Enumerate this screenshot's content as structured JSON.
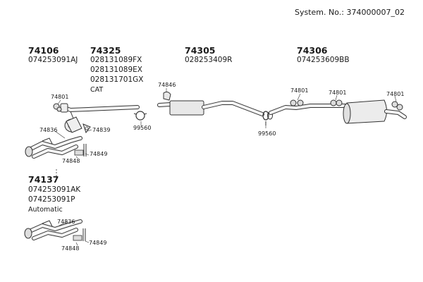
{
  "system_number": "System. No.: 374000007_02",
  "groups": [
    {
      "id": "74106",
      "parts": [
        "074253091AJ"
      ]
    },
    {
      "id": "74325",
      "parts": [
        "028131089FX",
        "028131089EX",
        "028131701GX"
      ],
      "note": "CAT"
    },
    {
      "id": "74305",
      "parts": [
        "028253409R"
      ]
    },
    {
      "id": "74306",
      "parts": [
        "074253609BB"
      ]
    },
    {
      "id": "74137",
      "parts": [
        "074253091AK",
        "074253091P"
      ],
      "note": "Automatic"
    }
  ],
  "labels": {
    "l74801_a": "74801",
    "l74846": "74846",
    "l99560_a": "99560",
    "l74836_a": "74836",
    "l74839": "74839",
    "l74849_a": "74849",
    "l74848_a": "74848",
    "l99560_b": "99560",
    "l74801_b": "74801",
    "l74801_c": "74801",
    "l74801_d": "74801",
    "l74836_b": "74836",
    "l74849_b": "74849",
    "l74848_b": "74848"
  }
}
